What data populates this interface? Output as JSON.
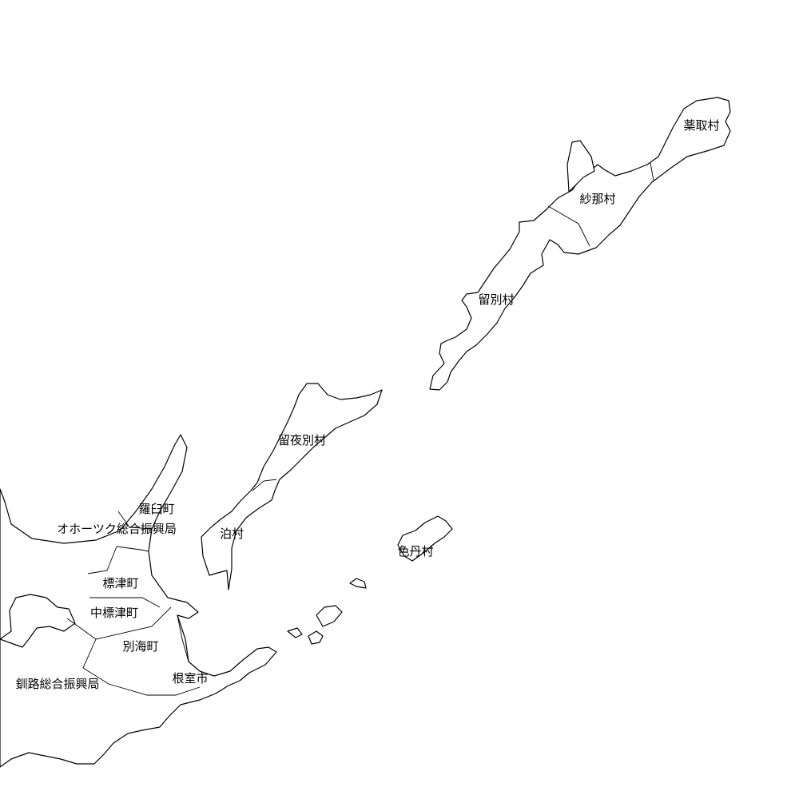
{
  "map": {
    "regions": [
      {
        "id": "shikotan",
        "label": "薬取村"
      },
      {
        "id": "shana",
        "label": "紗那村"
      },
      {
        "id": "rubetsu",
        "label": "留別村"
      },
      {
        "id": "ruyobetsu",
        "label": "留夜別村"
      },
      {
        "id": "tomari",
        "label": "泊村"
      },
      {
        "id": "shikotan-isl",
        "label": "色丹村"
      },
      {
        "id": "rausu",
        "label": "羅臼町"
      },
      {
        "id": "okhotsk",
        "label": "オホーツク総合振興局"
      },
      {
        "id": "shibetsu",
        "label": "標津町"
      },
      {
        "id": "nakashibetsu",
        "label": "中標津町"
      },
      {
        "id": "betsukai",
        "label": "別海町"
      },
      {
        "id": "kushiro",
        "label": "釧路総合振興局"
      },
      {
        "id": "nemuro",
        "label": "根室市"
      }
    ]
  }
}
